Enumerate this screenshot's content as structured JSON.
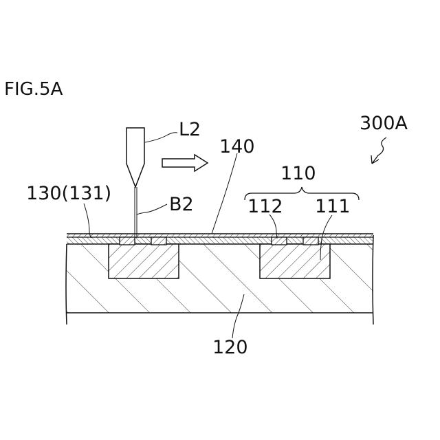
{
  "figure": {
    "title": "FIG.5A"
  },
  "labels": {
    "assembly": "300A",
    "laser": "L2",
    "beam": "B2",
    "layer_140": "140",
    "group_110": "110",
    "part_112": "112",
    "part_111": "111",
    "part_130": "130(131)",
    "substrate": "120"
  },
  "colors": {
    "line": "#111111",
    "background": "#ffffff"
  }
}
